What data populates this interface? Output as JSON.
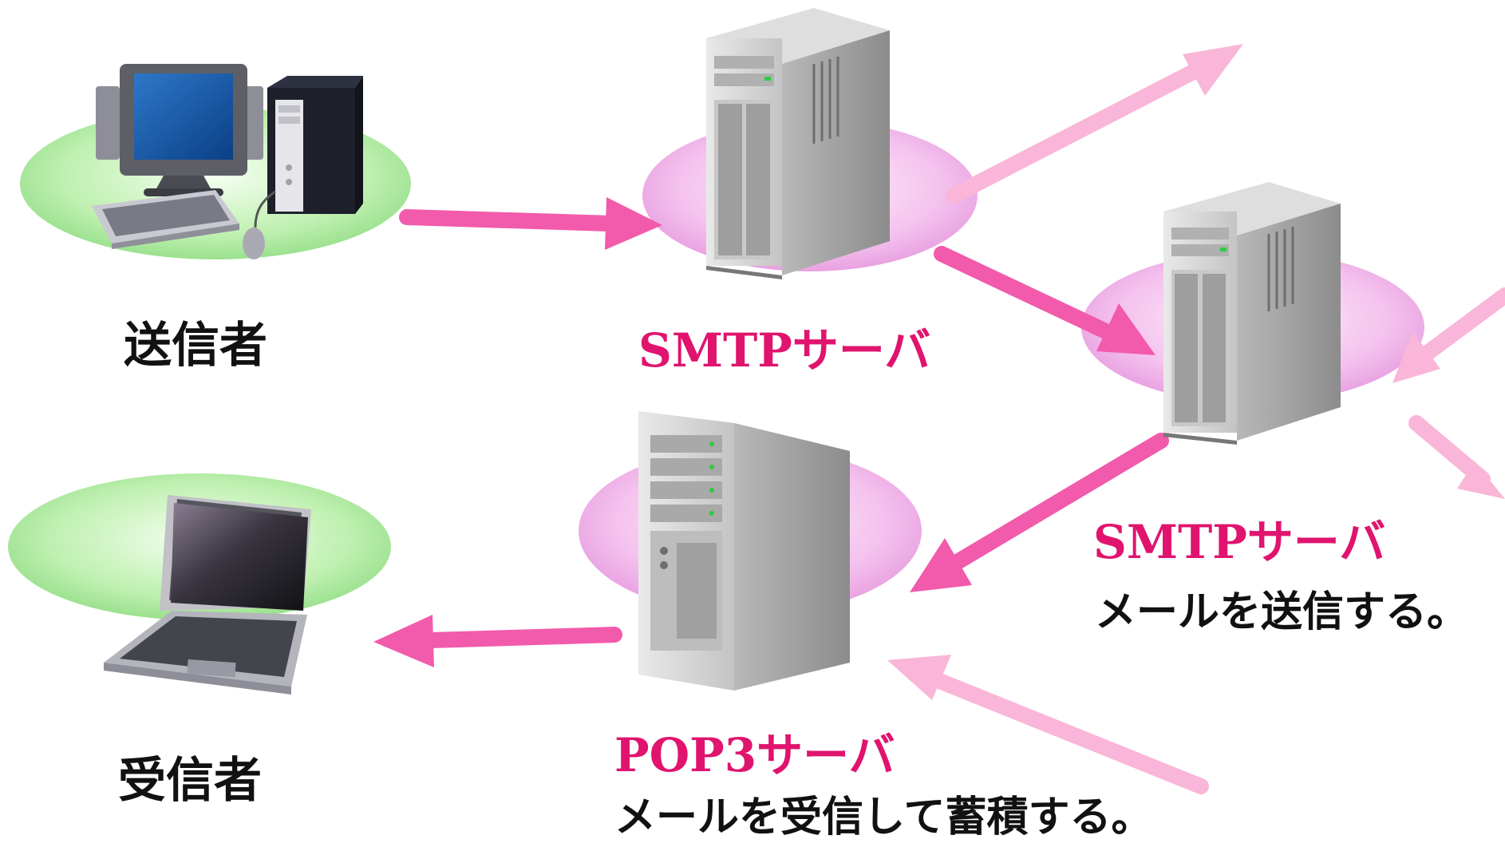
{
  "colors": {
    "accent": "#e0146e",
    "arrow": "#f25aac",
    "arrow_faint": "#f9b6d8",
    "platform_green": "#b6eea8",
    "platform_pink": "#f3b9ec"
  },
  "nodes": {
    "sender": {
      "label": "送信者",
      "icon": "desktop-pc-icon"
    },
    "receiver": {
      "label": "受信者",
      "icon": "laptop-icon"
    },
    "smtp1": {
      "label": "SMTPサーバ",
      "icon": "tower-server-icon"
    },
    "smtp2": {
      "label": "SMTPサーバ",
      "description": "メールを送信する。",
      "icon": "tower-server-icon"
    },
    "pop3": {
      "label": "POP3サーバ",
      "description": "メールを受信して蓄積する。",
      "icon": "tower-server-icon"
    }
  }
}
